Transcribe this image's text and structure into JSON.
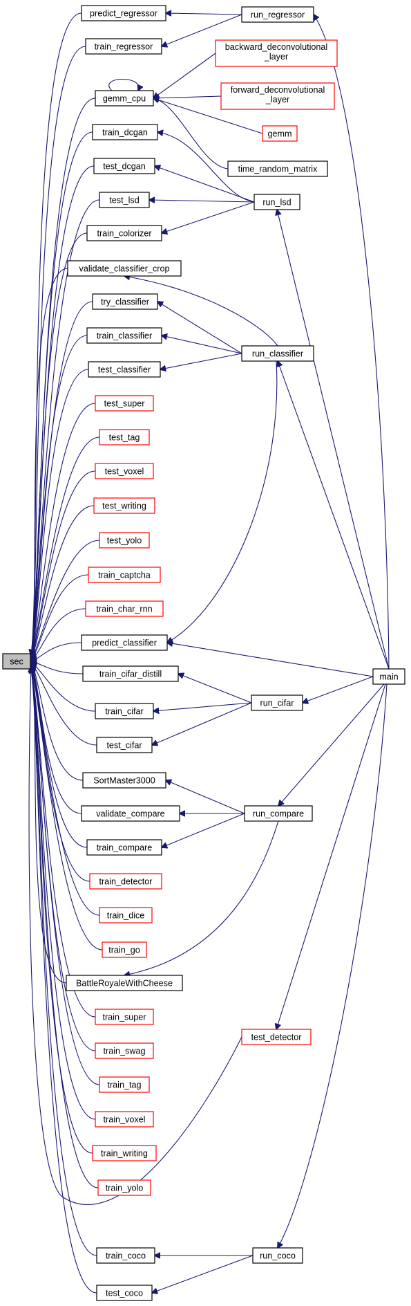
{
  "colors": {
    "edge": "#191970",
    "box_normal": "#000000",
    "box_undocumented": "#ff0000",
    "box_focus_fill": "#bfbfbf"
  },
  "nodes": {
    "sec": "sec",
    "predict_regressor": "predict_regressor",
    "run_regressor": "run_regressor",
    "train_regressor": "train_regressor",
    "backward_deconvolutional_layer": [
      "backward_deconvolutional",
      "_layer"
    ],
    "gemm_cpu": "gemm_cpu",
    "forward_deconvolutional_layer": [
      "forward_deconvolutional",
      "_layer"
    ],
    "gemm": "gemm",
    "train_dcgan": "train_dcgan",
    "time_random_matrix": "time_random_matrix",
    "test_dcgan": "test_dcgan",
    "run_lsd": "run_lsd",
    "test_lsd": "test_lsd",
    "train_colorizer": "train_colorizer",
    "validate_classifier_crop": "validate_classifier_crop",
    "try_classifier": "try_classifier",
    "train_classifier": "train_classifier",
    "run_classifier": "run_classifier",
    "test_classifier": "test_classifier",
    "test_super": "test_super",
    "test_tag": "test_tag",
    "test_voxel": "test_voxel",
    "test_writing": "test_writing",
    "test_yolo": "test_yolo",
    "train_captcha": "train_captcha",
    "train_char_rnn": "train_char_rnn",
    "predict_classifier": "predict_classifier",
    "main": "main",
    "train_cifar_distill": "train_cifar_distill",
    "run_cifar": "run_cifar",
    "train_cifar": "train_cifar",
    "test_cifar": "test_cifar",
    "SortMaster3000": "SortMaster3000",
    "validate_compare": "validate_compare",
    "run_compare": "run_compare",
    "train_compare": "train_compare",
    "train_detector": "train_detector",
    "train_dice": "train_dice",
    "train_go": "train_go",
    "BattleRoyaleWithCheese": "BattleRoyaleWithCheese",
    "train_super": "train_super",
    "test_detector": "test_detector",
    "train_swag": "train_swag",
    "train_tag": "train_tag",
    "train_voxel": "train_voxel",
    "train_writing": "train_writing",
    "train_yolo": "train_yolo",
    "train_coco": "train_coco",
    "run_coco": "run_coco",
    "test_coco": "test_coco"
  }
}
